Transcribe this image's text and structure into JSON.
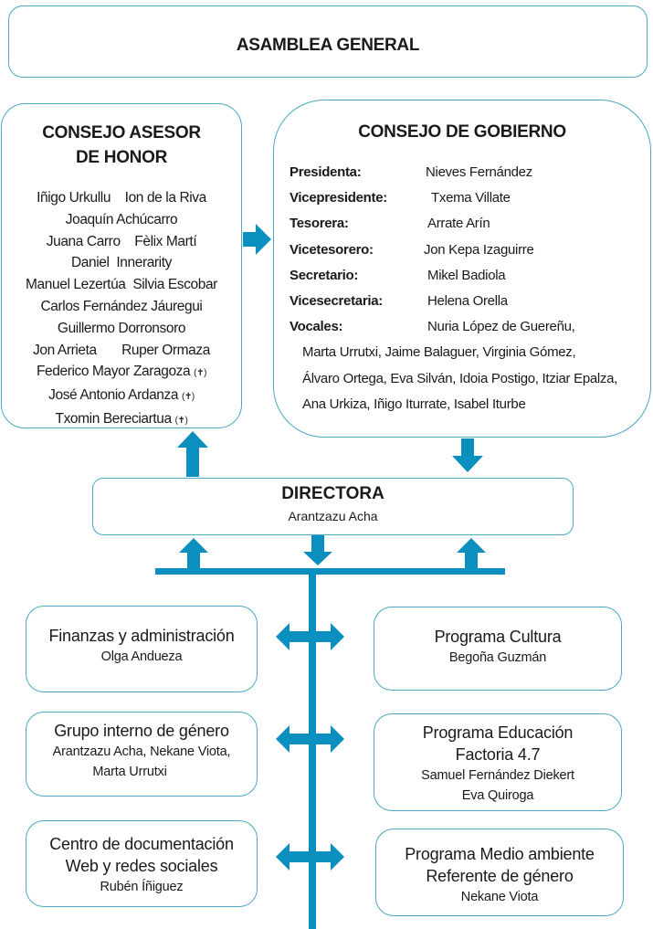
{
  "assembly": {
    "title": "ASAMBLEA GENERAL"
  },
  "honor_council": {
    "title_line1": "CONSEJO ASESOR",
    "title_line2": "DE HONOR",
    "lines": [
      "Iñigo Urkullu    Ion de la Riva",
      "Joaquín Achúcarro",
      "Juana Carro    Fèlix Martí",
      "Daniel  Innerarity",
      "Manuel Lezertúa  Silvia Escobar",
      "Carlos Fernández Jáuregui",
      "Guillermo Dorronsoro",
      "Jon Arrieta       Ruper Ormaza",
      "Federico Mayor Zaragoza",
      "José Antonio Ardanza",
      "Txomin Bereciartua"
    ],
    "deceased_mark": "(✝)"
  },
  "governing_council": {
    "title": "CONSEJO DE GOBIERNO",
    "roles": [
      {
        "role": "Presidenta:",
        "name": "Nieves Fernández"
      },
      {
        "role": "Vicepresidente:",
        "name": "Txema Villate"
      },
      {
        "role": "Tesorera:",
        "name": "Arrate Arín"
      },
      {
        "role": "Vicetesorero:",
        "name": "Jon Kepa Izaguirre"
      },
      {
        "role": "Secretario:",
        "name": "Mikel Badiola"
      },
      {
        "role": "Vicesecretaria:",
        "name": "Helena Orella"
      },
      {
        "role": "Vocales:",
        "name": "Nuria López de Guereñu,"
      }
    ],
    "vocales_lines": [
      "Marta Urrutxi, Jaime Balaguer, Virginia Gómez,",
      "Álvaro Ortega, Eva Silván, Idoia Postigo, Itziar Epalza,",
      "Ana Urkiza, Iñigo Iturrate, Isabel Iturbe"
    ]
  },
  "director": {
    "title": "DIRECTORA",
    "name": "Arantzazu Acha"
  },
  "left_units": [
    {
      "line1": "Finanzas y administración",
      "line2": "Olga Andueza"
    },
    {
      "line1": "Grupo interno de género",
      "line2": "Arantzazu Acha, Nekane Viota,",
      "line3": "Marta Urrutxi"
    },
    {
      "line1": "Centro de documentación",
      "line1b": "Web y redes sociales",
      "line2": "Rubén Íñiguez"
    }
  ],
  "right_units": [
    {
      "line1": "Programa Cultura",
      "line2": "Begoña Guzmán"
    },
    {
      "line1": "Programa Educación",
      "line1b": "Factoria 4.7",
      "line2": "Samuel Fernández Diekert",
      "line3": "Eva Quiroga"
    },
    {
      "line1": "Programa Medio ambiente",
      "line1b": "Referente de género",
      "line2": "Nekane Viota"
    }
  ],
  "colors": {
    "accent": "#0b8fbf",
    "border": "#4aa8c4"
  }
}
